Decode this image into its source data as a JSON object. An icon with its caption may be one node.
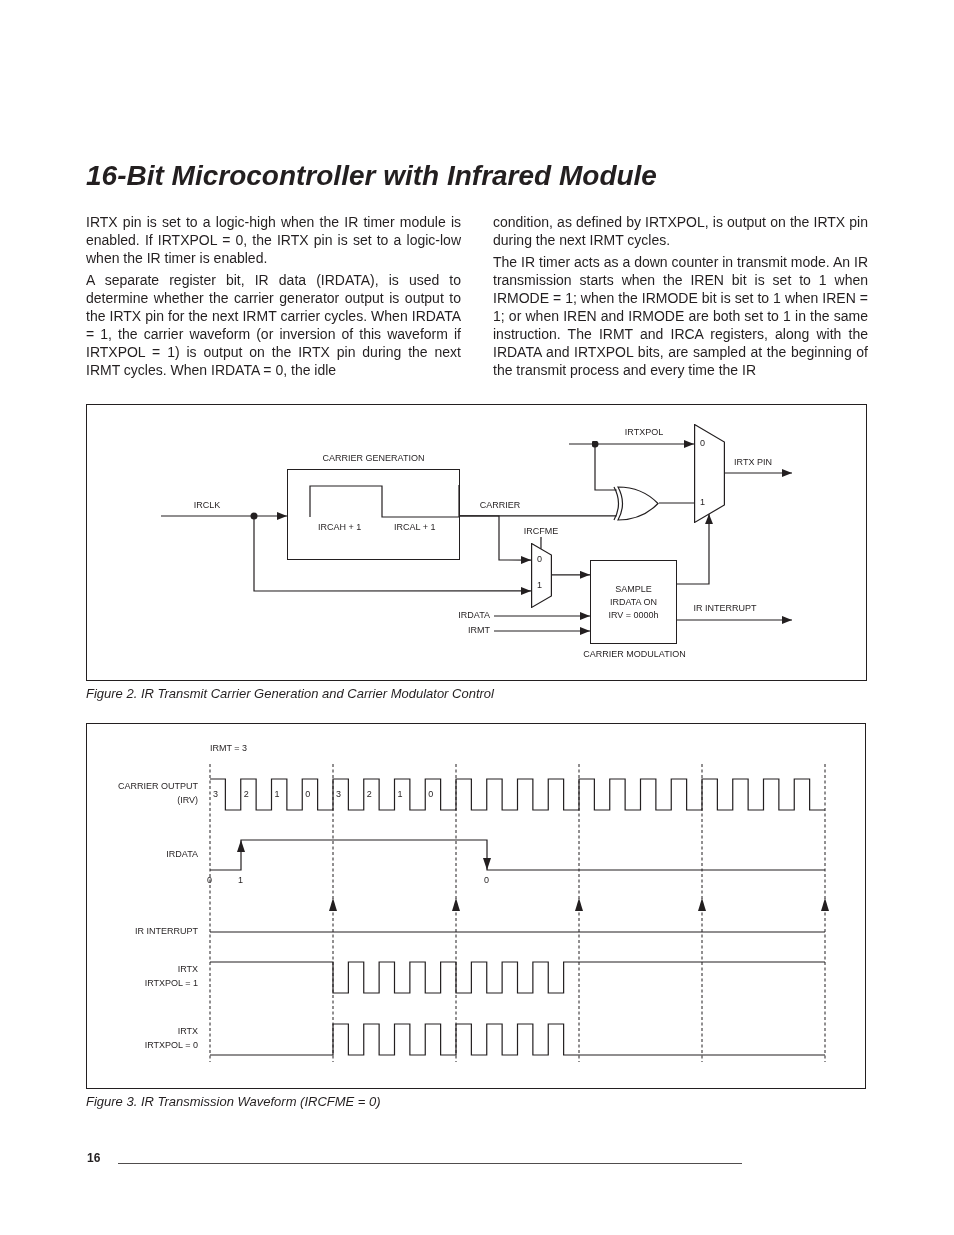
{
  "diagram": {
    "title": "16-Bit Microcontroller with Infrared Module",
    "nodes": [
      {
        "text": [
          "CARRIER GENERATION",
          "IRCAH + 1",
          "IRCAL + 1"
        ]
      },
      {
        "text": [],
        "shape": "gate"
      },
      {
        "text": [
          "0",
          "1"
        ]
      },
      {
        "text": [
          "0",
          "1"
        ]
      },
      {
        "text": [
          "IRCFME"
        ]
      },
      {
        "text": [
          "SAMPLE IRDATA ON IRV = 0000h"
        ],
        "beside": [
          "CARRIER MODULATION"
        ]
      },
      {
        "text": [
          "IRDATA"
        ]
      },
      {
        "text": [
          "IRMT"
        ]
      }
    ],
    "edges": [
      {
        "from": null,
        "to": 0,
        "arrow": "to",
        "label": "IRCLK"
      },
      {
        "from": null,
        "to": 3,
        "arrow": "to"
      },
      {
        "from": 0,
        "to": 1,
        "arrow": "none",
        "label": "CARRIER"
      },
      {
        "from": 0,
        "to": 3,
        "arrow": "to"
      },
      {
        "from": null,
        "to": 2,
        "arrow": "to",
        "label": "IRTXPOL"
      },
      {
        "from": null,
        "to": 1,
        "arrow": "other"
      },
      {
        "from": 1,
        "to": 2,
        "arrow": "none"
      },
      {
        "from": 2,
        "to": null,
        "arrow": "to",
        "label": "IRTX PIN"
      },
      {
        "from": 3,
        "to": 5,
        "arrow": "to"
      },
      {
        "from": 6,
        "to": 5,
        "arrow": "to"
      },
      {
        "from": 7,
        "to": 5,
        "arrow": "to"
      },
      {
        "from": 5,
        "to": 2,
        "arrow": "to"
      },
      {
        "from": 5,
        "to": null,
        "arrow": "to",
        "label": "IR INTERRUPT"
      },
      {
        "from": 4,
        "to": 3,
        "arrow": "none"
      }
    ],
    "labels": [
      "IRTX pin is set to a logic-high when the IR timer module is enabled. If IRTXPOL = 0, the IRTX pin is set to a logic-low when the IR timer is enabled.",
      "A separate register bit, IR data (IRDATA), is used to determine whether the carrier generator output is output to the IRTX pin for the next IRMT carrier cycles. When IRDATA = 1, the carrier waveform (or inversion of this waveform if IRTXPOL = 1) is output on the IRTX pin during the next IRMT cycles. When IRDATA = 0, the idle",
      "condition, as defined by IRTXPOL, is output on the IRTX pin during the next IRMT cycles.",
      "The IR timer acts as a down counter in transmit mode. An IR transmission starts when the IREN bit is set to 1 when IRMODE = 1; when the IRMODE bit is set to 1 when IREN = 1; or when IREN and IRMODE are both set to 1 in the same instruction. The IRMT and IRCA registers, along with the IRDATA and IRTXPOL bits, are sampled at the beginning of the transmit process and every time the IR",
      "Figure 2. IR Transmit Carrier Generation and Carrier Modulator Control",
      "IRMT = 3",
      "CARRIER OUTPUT (IRV)",
      "3",
      "2",
      "1",
      "0",
      "3",
      "2",
      "1",
      "0",
      "IRDATA",
      "0",
      "1",
      "0",
      "IR INTERRUPT",
      "IRTX IRTXPOL = 1",
      "IRTX IRTXPOL = 0",
      "Figure 3. IR Transmission Waveform (IRCFME = 0)",
      "16"
    ]
  }
}
